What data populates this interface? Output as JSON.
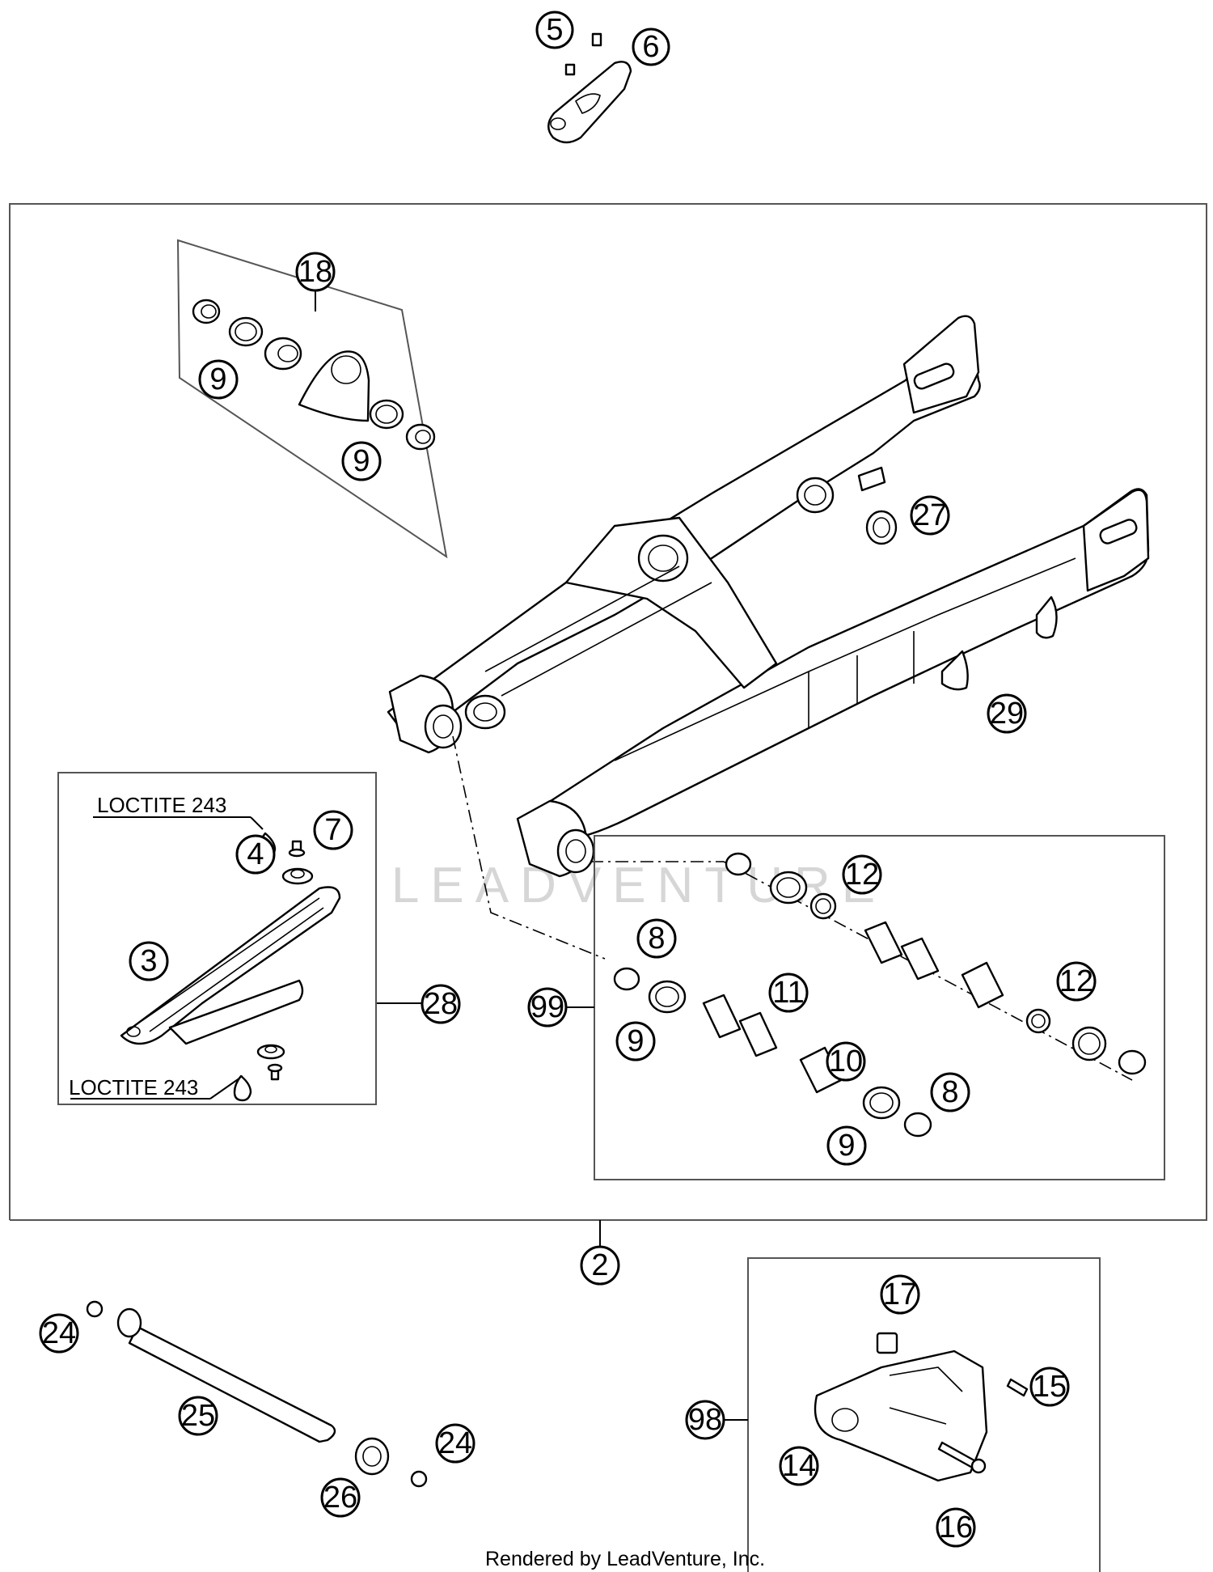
{
  "callouts": {
    "c5": "5",
    "c6": "6",
    "c18": "18",
    "c9a": "9",
    "c9b": "9",
    "c27": "27",
    "c29": "29",
    "c7": "7",
    "c4": "4",
    "c3": "3",
    "c28": "28",
    "c99": "99",
    "c12a": "12",
    "c8a": "8",
    "c11": "11",
    "c12b": "12",
    "c9c": "9",
    "c10": "10",
    "c8b": "8",
    "c9d": "9",
    "c2": "2",
    "c24a": "24",
    "c25": "25",
    "c26": "26",
    "c24b": "24",
    "c17": "17",
    "c98": "98",
    "c15": "15",
    "c14": "14",
    "c16": "16"
  },
  "notes": {
    "loctite_top": "LOCTITE 243",
    "loctite_bottom": "LOCTITE 243"
  },
  "watermark": "LEADVENTURE",
  "footer": {
    "credit": "Rendered by LeadVenture, Inc."
  }
}
